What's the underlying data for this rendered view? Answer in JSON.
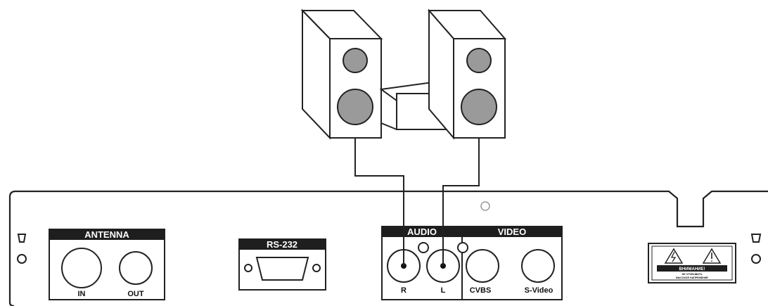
{
  "panel": {
    "antenna": {
      "title": "ANTENNA",
      "in_label": "IN",
      "out_label": "OUT"
    },
    "rs232": {
      "title": "RS-232"
    },
    "audio": {
      "title": "AUDIO",
      "right_label": "R",
      "left_label": "L"
    },
    "video": {
      "title": "VIDEO",
      "cvbs_label": "CVBS",
      "svideo_label": "S-Video"
    },
    "warning": {
      "heading": "ВНИМАНИЕ!",
      "line1": "НЕ ОТКРЫВАТЬ",
      "line2": "ВЫСОКОЕ НАПРЯЖЕНИЕ"
    }
  },
  "colors": {
    "line": "#222222",
    "cone": "#9a9a9a",
    "header_fill": "#1e1e1e"
  },
  "icons": [
    "speaker-icon",
    "subwoofer-icon",
    "high-voltage-warning-icon"
  ]
}
